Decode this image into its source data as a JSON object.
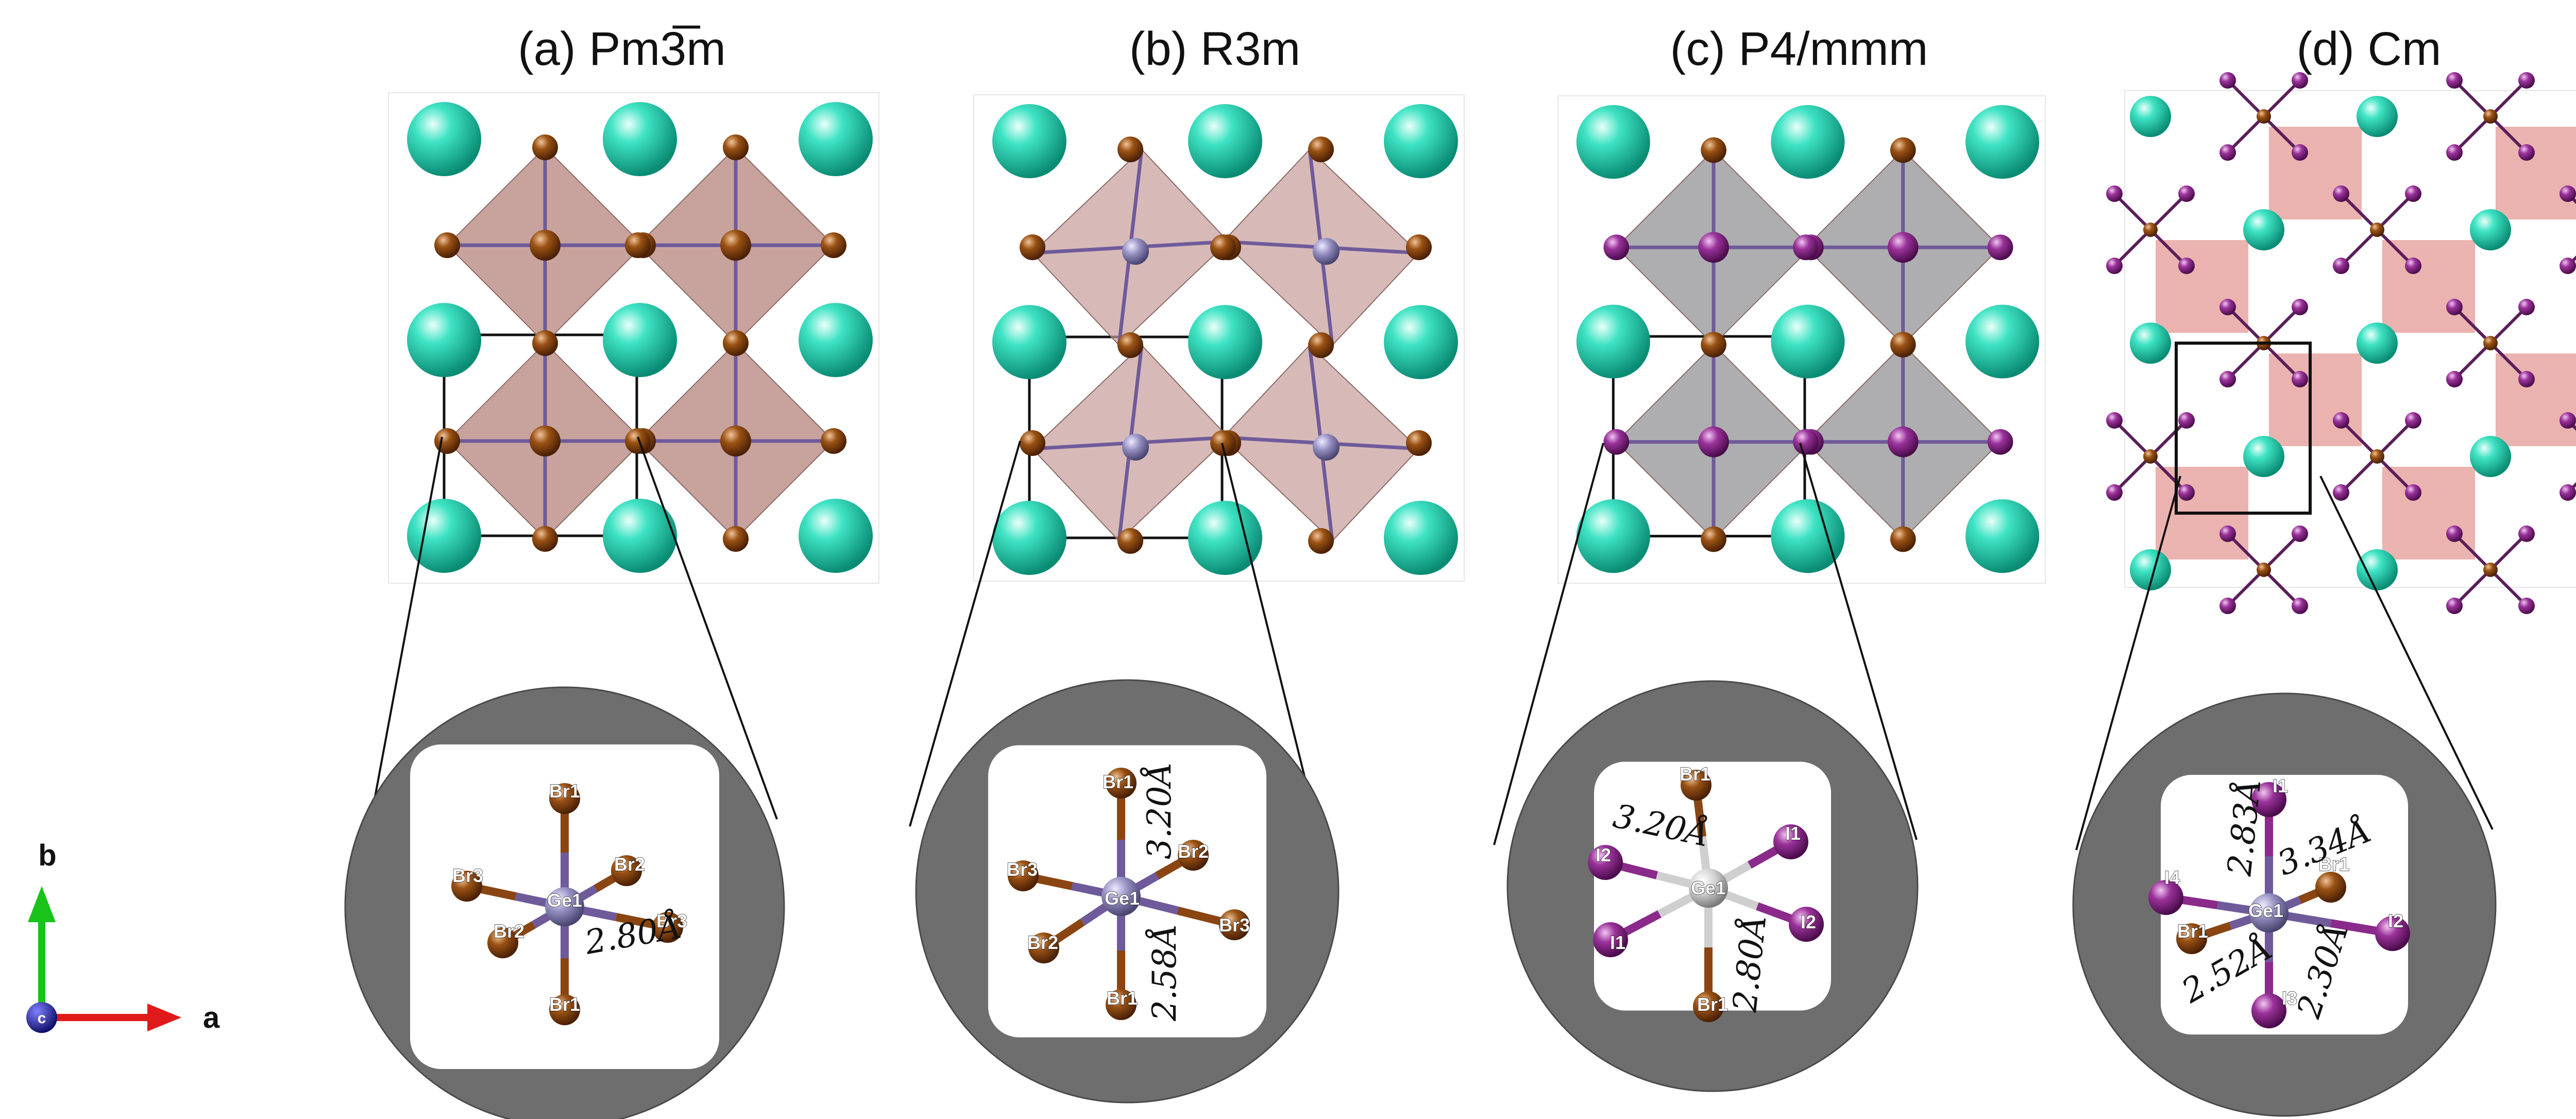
{
  "panels": [
    {
      "id": "a",
      "title": "(a) Pm3̅m",
      "halide": "Br",
      "polyhedron_color": "#b07c74",
      "distortion": "none",
      "octahedron": {
        "center": "Ge1",
        "ligands": [
          "Br1",
          "Br1",
          "Br2",
          "Br2",
          "Br3",
          "Br3"
        ],
        "bond_labels": [
          "2.80Å"
        ]
      }
    },
    {
      "id": "b",
      "title": "(b) R3m",
      "halide": "Br",
      "polyhedron_color": "#c69c98",
      "distortion": "rhombohedral",
      "octahedron": {
        "center": "Ge1",
        "ligands": [
          "Br1",
          "Br1",
          "Br2",
          "Br2",
          "Br3",
          "Br3"
        ],
        "bond_labels": [
          "3.20Å",
          "2.58Å"
        ]
      }
    },
    {
      "id": "c",
      "title": "(c) P4/mmm",
      "halide": "mixed",
      "polyhedron_color": "#8c8c8e",
      "distortion": "tetragonal",
      "octahedron": {
        "center": "Ge1",
        "ligands": [
          "Br1",
          "Br1",
          "I1",
          "I1",
          "I2",
          "I2"
        ],
        "bond_labels": [
          "3.20Å",
          "2.80Å"
        ]
      }
    },
    {
      "id": "d",
      "title": "(d) Cm",
      "halide": "mixed",
      "polyhedron_color": "#e49a94",
      "distortion": "monoclinic",
      "octahedron": {
        "center": "Ge1",
        "ligands": [
          "I1",
          "Br1",
          "I2",
          "I3",
          "Br1",
          "I4"
        ],
        "bond_labels": [
          "2.83Å",
          "3.34Å",
          "2.52Å",
          "2.30Å"
        ]
      }
    }
  ],
  "axes": {
    "b": "b",
    "a": "a",
    "c": "c"
  },
  "colors": {
    "cation": "#1fd6b4",
    "br": "#8a4512",
    "i": "#8a2a8a",
    "ge": "#8e88b8",
    "ge_light": "#bfbfbf",
    "bond": "#6f5a9a",
    "circle": "#6e6e6e",
    "axis_b": "#19c319",
    "axis_a": "#e01a1a",
    "axis_c": "#1a1aa0"
  }
}
